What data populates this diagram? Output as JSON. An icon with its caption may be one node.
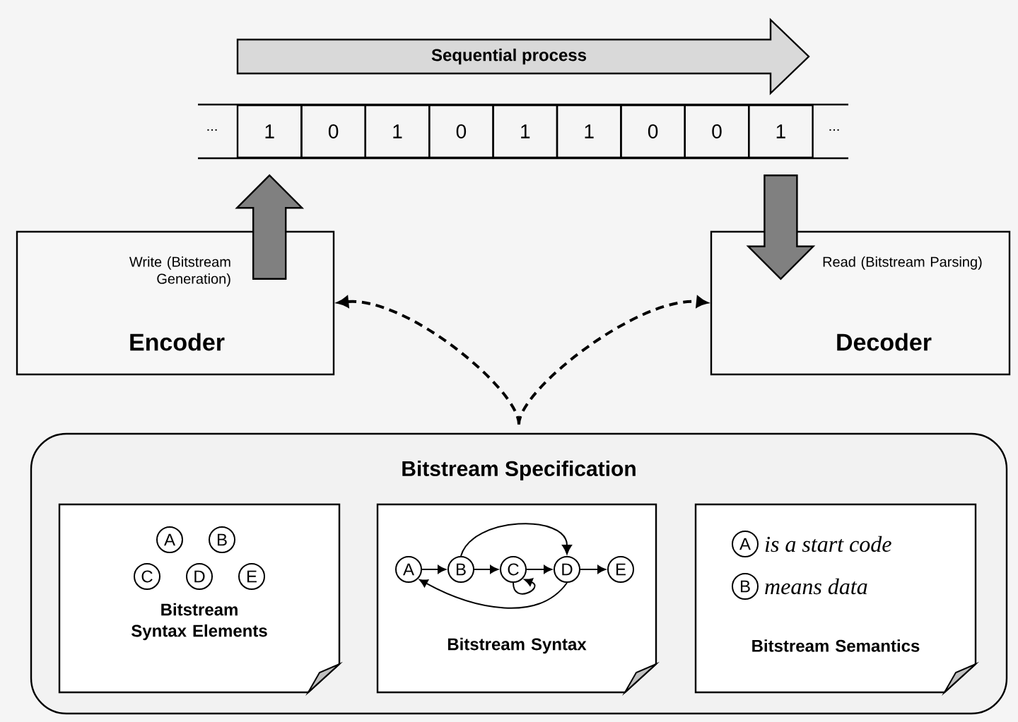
{
  "diagram": {
    "nodes": [
      {
        "text": [
          "Sequential process"
        ]
      },
      {
        "text": [
          "1"
        ]
      },
      {
        "text": [
          "0"
        ]
      },
      {
        "text": [
          "1"
        ]
      },
      {
        "text": [
          "0"
        ]
      },
      {
        "text": [
          "1"
        ]
      },
      {
        "text": [
          "1"
        ]
      },
      {
        "text": [
          "0"
        ]
      },
      {
        "text": [
          "0"
        ]
      },
      {
        "text": [
          "1"
        ]
      },
      {
        "text": [
          "Write (Bitstream Generation)",
          "Encoder"
        ]
      },
      {
        "text": [
          "Read (Bitstream Parsing)",
          "Decoder"
        ]
      },
      {
        "text": [
          "Bitstream Specification"
        ]
      },
      {
        "text": [
          "Bitstream Syntax Elements"
        ],
        "in": 12
      },
      {
        "text": [
          "Bitstream Syntax"
        ],
        "in": 12
      },
      {
        "text": [
          "Bitstream Semantics"
        ],
        "in": 12
      },
      {
        "text": [
          "A"
        ],
        "in": 13
      },
      {
        "text": [
          "B"
        ],
        "in": 13
      },
      {
        "text": [
          "C"
        ],
        "in": 13
      },
      {
        "text": [
          "D"
        ],
        "in": 13
      },
      {
        "text": [
          "E"
        ],
        "in": 13
      },
      {
        "text": [
          "A"
        ],
        "in": 14
      },
      {
        "text": [
          "B"
        ],
        "in": 14
      },
      {
        "text": [
          "C"
        ],
        "in": 14
      },
      {
        "text": [
          "D"
        ],
        "in": 14
      },
      {
        "text": [
          "E"
        ],
        "in": 14
      },
      {
        "text": [
          "A"
        ],
        "in": 15,
        "beside": [
          "is a start code"
        ]
      },
      {
        "text": [
          "B"
        ],
        "in": 15,
        "beside": [
          "means data"
        ]
      }
    ],
    "edges": [
      {
        "from": 10,
        "to": 1,
        "arrow": "to",
        "style": "thick"
      },
      {
        "from": 9,
        "to": 11,
        "arrow": "to",
        "style": "thick"
      },
      {
        "from": 12,
        "to": 10,
        "arrow": "to",
        "style": "dashed"
      },
      {
        "from": 12,
        "to": 11,
        "arrow": "to",
        "style": "dashed"
      },
      {
        "from": 21,
        "to": 22,
        "arrow": "to"
      },
      {
        "from": 22,
        "to": 23,
        "arrow": "to"
      },
      {
        "from": 23,
        "to": 24,
        "arrow": "to"
      },
      {
        "from": 24,
        "to": 25,
        "arrow": "to"
      },
      {
        "from": 22,
        "to": 24,
        "arrow": "to"
      },
      {
        "from": 24,
        "to": 21,
        "arrow": "to"
      },
      {
        "from": 23,
        "to": 23,
        "arrow": "to"
      }
    ],
    "labels": [
      "...",
      "..."
    ]
  }
}
